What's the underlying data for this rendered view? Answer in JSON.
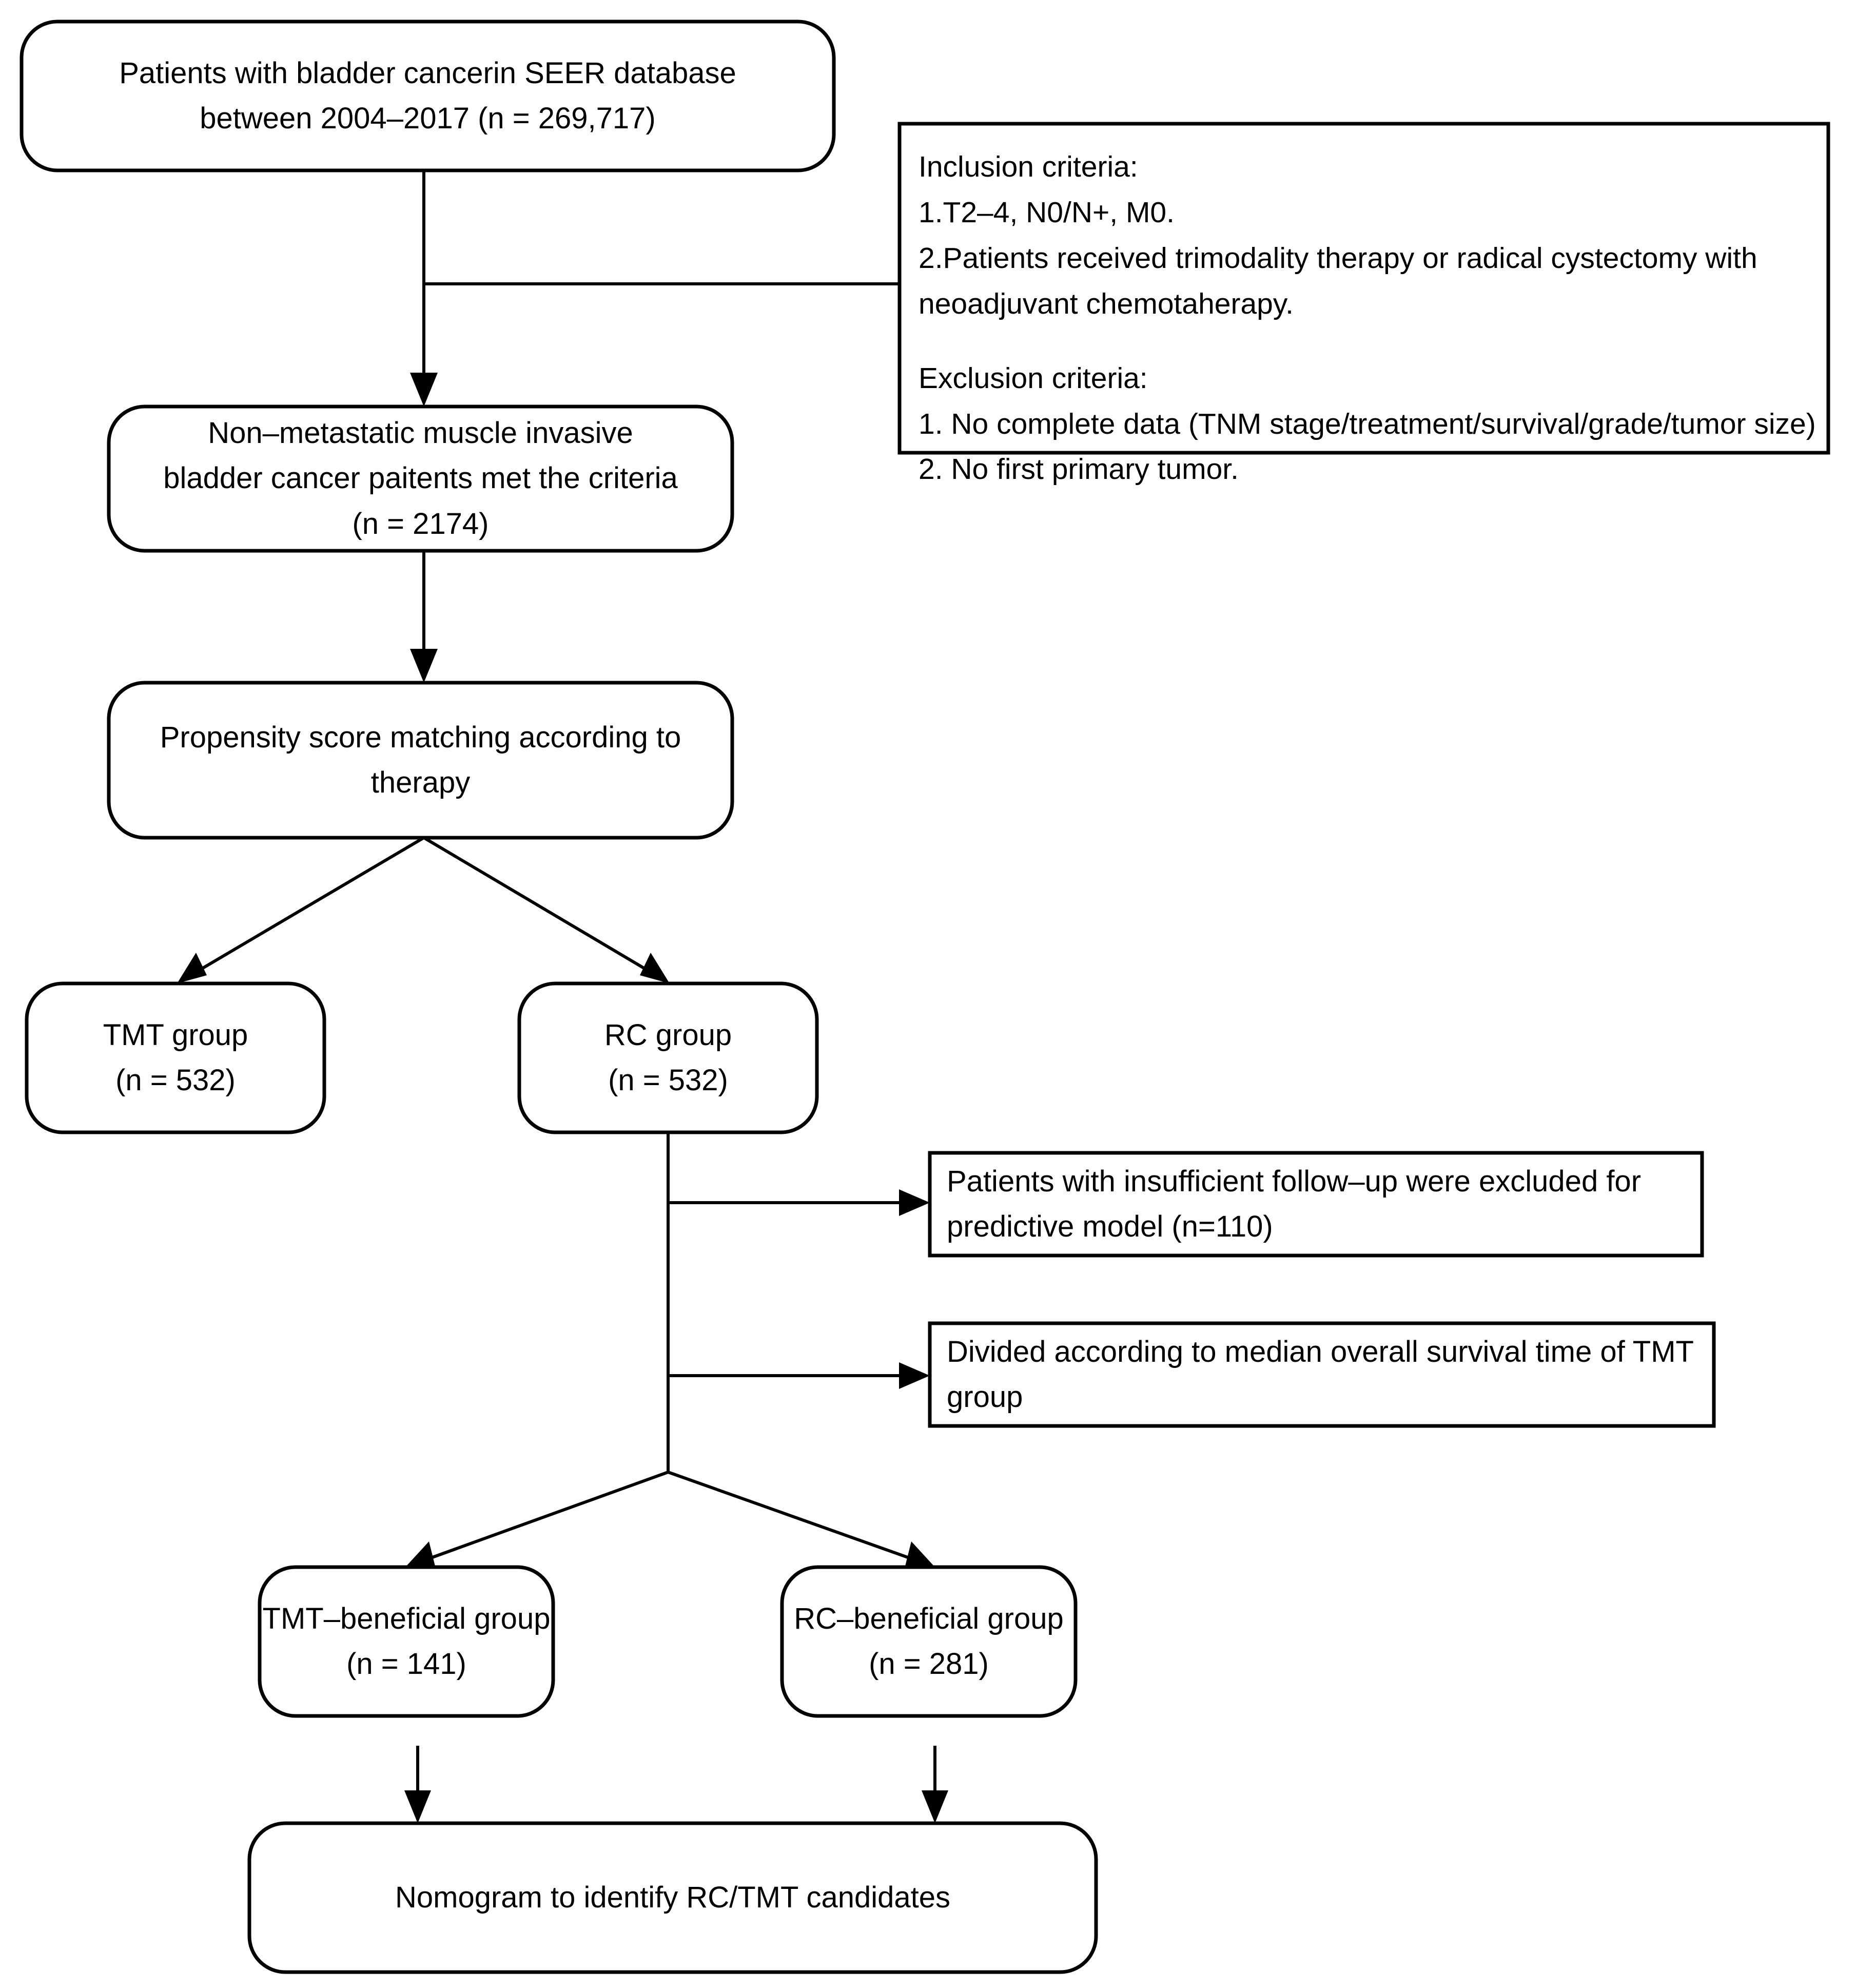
{
  "diagram": {
    "title": "Patient selection flowchart (SEER bladder cancer study)",
    "colors": {
      "background": "#ffffff",
      "stroke": "#000000",
      "text": "#000000"
    },
    "nodes": {
      "cohort_source": {
        "line1": "Patients with bladder cancerin SEER database",
        "line2": "between 2004–2017 (n = 269,717)"
      },
      "criteria": {
        "line1": "Inclusion criteria:",
        "line2": "1.T2–4, N0/N+, M0.",
        "line3": "2.Patients received trimodality therapy or radical cystectomy with",
        "line4": "neoadjuvant chemotaherapy.",
        "line5": "",
        "line6": "Exclusion criteria:",
        "line7": "1. No complete data (TNM stage/treatment/survival/grade/tumor size)",
        "line8": "2. No first primary tumor."
      },
      "eligible": {
        "line1": "Non–metastatic muscle invasive",
        "line2": "bladder cancer paitents met the criteria",
        "line3": "(n = 2174)"
      },
      "psm": {
        "line1": "Propensity score matching according to therapy"
      },
      "tmt_group": {
        "line1": "TMT group",
        "line2": "(n = 532)"
      },
      "rc_group": {
        "line1": "RC group",
        "line2": "(n = 532)"
      },
      "excluded_followup": {
        "line1": "Patients with insufficient follow–up were excluded for",
        "line2": "predictive model  (n=110)"
      },
      "divided_median": {
        "line1": "Divided according to median overall survival time of TMT",
        "line2": "group"
      },
      "tmt_beneficial": {
        "line1": "TMT–beneficial group",
        "line2": "(n = 141)"
      },
      "rc_beneficial": {
        "line1": "RC–beneficial group",
        "line2": "(n = 281)"
      },
      "nomogram": {
        "line1": "Nomogram to identify RC/TMT candidates"
      }
    },
    "counts": {
      "source_n": "269,717",
      "eligible_n": "2174",
      "tmt_n": "532",
      "rc_n": "532",
      "excluded_followup_n": "110",
      "tmt_beneficial_n": "141",
      "rc_beneficial_n": "281"
    },
    "edges": [
      {
        "name": "source-to-criteria",
        "from": "cohort_source",
        "to": "criteria",
        "arrow": false
      },
      {
        "name": "source-to-eligible",
        "from": "cohort_source",
        "to": "eligible",
        "arrow": true
      },
      {
        "name": "eligible-to-psm",
        "from": "eligible",
        "to": "psm",
        "arrow": true
      },
      {
        "name": "psm-to-tmt",
        "from": "psm",
        "to": "tmt_group",
        "arrow": true
      },
      {
        "name": "psm-to-rc",
        "from": "psm",
        "to": "rc_group",
        "arrow": true
      },
      {
        "name": "rc-to-excluded",
        "from": "rc_group",
        "to": "excluded_followup",
        "arrow": true
      },
      {
        "name": "rc-to-divided",
        "from": "rc_group",
        "to": "divided_median",
        "arrow": true
      },
      {
        "name": "rc-to-tmt-beneficial",
        "from": "rc_group",
        "to": "tmt_beneficial",
        "arrow": true
      },
      {
        "name": "rc-to-rc-beneficial",
        "from": "rc_group",
        "to": "rc_beneficial",
        "arrow": true
      },
      {
        "name": "tmt-beneficial-to-nomogram",
        "from": "tmt_beneficial",
        "to": "nomogram",
        "arrow": true
      },
      {
        "name": "rc-beneficial-to-nomogram",
        "from": "rc_beneficial",
        "to": "nomogram",
        "arrow": true
      }
    ]
  }
}
